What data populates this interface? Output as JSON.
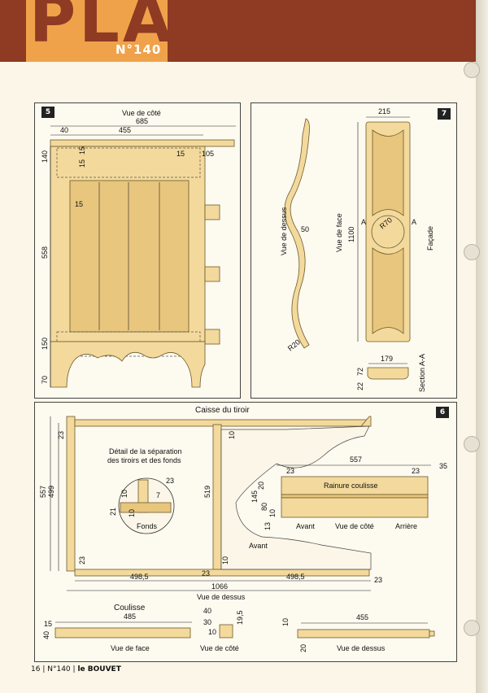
{
  "header": {
    "title": "PLAN",
    "number": "N°140"
  },
  "fig5": {
    "badge": "5",
    "title": "Vue de côté",
    "dims": {
      "overall": "685",
      "a": "40",
      "b": "455",
      "c": "15",
      "d": "105",
      "e": "140",
      "f": "15",
      "g": "15",
      "h": "15",
      "i": "558",
      "j": "150",
      "k": "70"
    }
  },
  "fig7": {
    "badge": "7",
    "top_view": "Vue de dessus",
    "front_view": "Vue de face",
    "facade": "Façade",
    "section": "Section A-A",
    "dims": {
      "width": "215",
      "height": "1100",
      "r70": "R70",
      "r20": "R20",
      "d50": "50",
      "a1": "A",
      "a2": "A",
      "sect_w": "179",
      "sect_h1": "72",
      "sect_h2": "22"
    }
  },
  "fig6": {
    "badge": "6",
    "title": "Caisse du tiroir",
    "detail": "Détail de la séparation des tiroirs et des fonds",
    "fonds": "Fonds",
    "avant": "Avant",
    "rainure": "Rainure coulisse",
    "view_top": "Vue de dessus",
    "avant2": "Avant",
    "vue_cote": "Vue de côté",
    "arriere": "Arrière",
    "dims": {
      "h557": "557",
      "h499": "499",
      "d23a": "23",
      "d10a": "10",
      "h519": "519",
      "d23b": "23",
      "d23c": "23",
      "d10b": "10",
      "w4985a": "498,5",
      "w4985b": "498,5",
      "d23d": "23",
      "w1066": "1066",
      "d23e": "23",
      "d10c": "10",
      "d7": "7",
      "d21": "21",
      "d10d": "10",
      "s557": "557",
      "s23a": "23",
      "s23b": "23",
      "s35": "35",
      "s20": "20",
      "s145": "145",
      "s80": "80",
      "s10": "10",
      "s13": "13"
    }
  },
  "coulisse": {
    "title": "Coulisse",
    "face": "Vue de face",
    "cote": "Vue de côté",
    "dessus": "Vue de dessus",
    "dims": {
      "len": "485",
      "d15": "15",
      "d40": "40",
      "c40": "40",
      "c30": "30",
      "c10": "10",
      "c195": "19,5",
      "t455": "455",
      "t10": "10",
      "t20": "20"
    }
  },
  "footer": {
    "page": "16",
    "issue": "N°140",
    "brand": "le BOUVET"
  }
}
